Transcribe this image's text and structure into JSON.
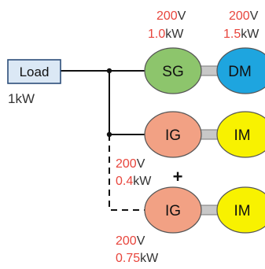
{
  "colors": {
    "wire": "#111111",
    "label_red": "#e8453c",
    "label_gray": "#333333",
    "load_fill": "#dbe8f5",
    "load_stroke": "#2c4e7a",
    "sg_fill": "#8dc56c",
    "dm_fill": "#1ea5df",
    "ig_fill": "#f2a184",
    "im_fill": "#f8f200",
    "machine_stroke": "#555555",
    "shaft": "#c8c8c8"
  },
  "load": {
    "label": "Load",
    "power": "1kW"
  },
  "machines": {
    "sg": {
      "label": "SG"
    },
    "dm": {
      "label": "DM"
    },
    "ig1": {
      "label": "IG"
    },
    "im1": {
      "label": "IM"
    },
    "ig2": {
      "label": "IG"
    },
    "im2": {
      "label": "IM"
    }
  },
  "ratings": {
    "sg": {
      "voltage_value": "200",
      "voltage_unit": "V",
      "power_value": "1.0",
      "power_unit": "kW"
    },
    "dm": {
      "voltage_value": "200",
      "voltage_unit": "V",
      "power_value": "1.5",
      "power_unit": "kW"
    },
    "ig1": {
      "voltage_value": "200",
      "voltage_unit": "V",
      "power_value": "0.4",
      "power_unit": "kW"
    },
    "ig2": {
      "voltage_value": "200",
      "voltage_unit": "V",
      "power_value": "0.75",
      "power_unit": "kW"
    }
  },
  "plus_sign": "+"
}
